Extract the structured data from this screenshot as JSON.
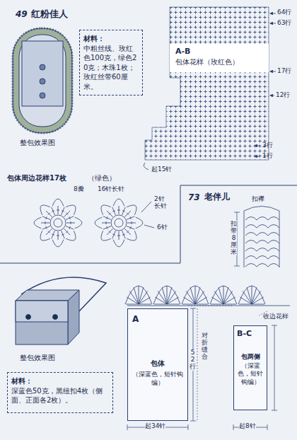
{
  "diagram": {
    "nodes": [
      {
        "text": [
          "材料：",
          "中粗丝线、玫红色100克，绿色20克；木珠1枚；玫红丝带60厘米。"
        ]
      },
      {
        "text": [
          "A-B",
          "包体花样（玫红色）"
        ]
      },
      {
        "text": [
          "材料：",
          "深蓝色50克，黑纽扣4枚（侧面、正面各2枚）。"
        ]
      },
      {
        "text": [
          "A",
          "包体",
          "（深蓝色，短针钩编）"
        ]
      },
      {
        "text": [
          "B-C",
          "包两侧",
          "（深蓝色，短针钩编）"
        ]
      }
    ],
    "labels": [
      "49",
      "红粉佳人",
      "整包效果图",
      "64行",
      "63行",
      "17行",
      "12行",
      "3行",
      "1行",
      "起15针",
      "包体周边花样17枚",
      "（绿色）",
      "8瓣",
      "16针长针",
      "2针长针",
      "6针",
      "73",
      "老伴儿",
      "扣襻",
      "扣带8厘米",
      "收边花样",
      "整包效果图",
      "52行",
      "对折缝合",
      "起34针",
      "起8针"
    ]
  }
}
